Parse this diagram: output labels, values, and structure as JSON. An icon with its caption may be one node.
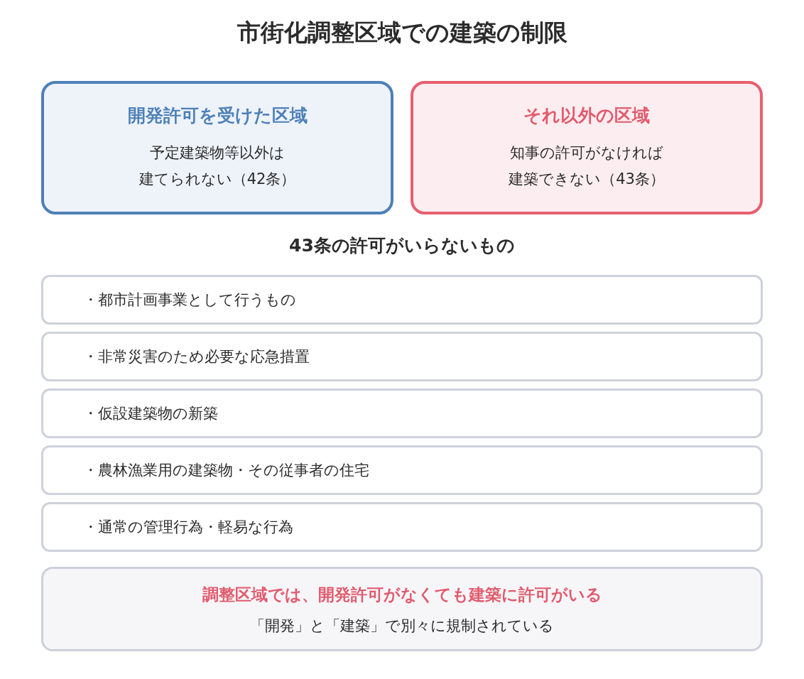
{
  "diagram": {
    "title": "市街化調整区域での建築の制限",
    "nodes": [
      {
        "text": [
          "開発許可を受けた区域",
          "予定建築物等以外は建てられない（42条）"
        ]
      },
      {
        "text": [
          "それ以外の区域",
          "知事の許可がなければ建築できない（43条）"
        ]
      },
      {
        "text": [
          "・都市計画事業として行うもの"
        ]
      },
      {
        "text": [
          "・非常災害のため必要な応急措置"
        ]
      },
      {
        "text": [
          "・仮設建築物の新築"
        ]
      },
      {
        "text": [
          "・農林漁業用の建築物・その従事者の住宅"
        ]
      },
      {
        "text": [
          "・通常の管理行為・軽易な行為"
        ]
      },
      {
        "text": [
          "調整区域では、開発許可がなくても建築に許可がいる",
          "「開発」と「建築」で別々に規制されている"
        ]
      }
    ],
    "labels": [
      "43条の許可がいらないもの"
    ]
  }
}
